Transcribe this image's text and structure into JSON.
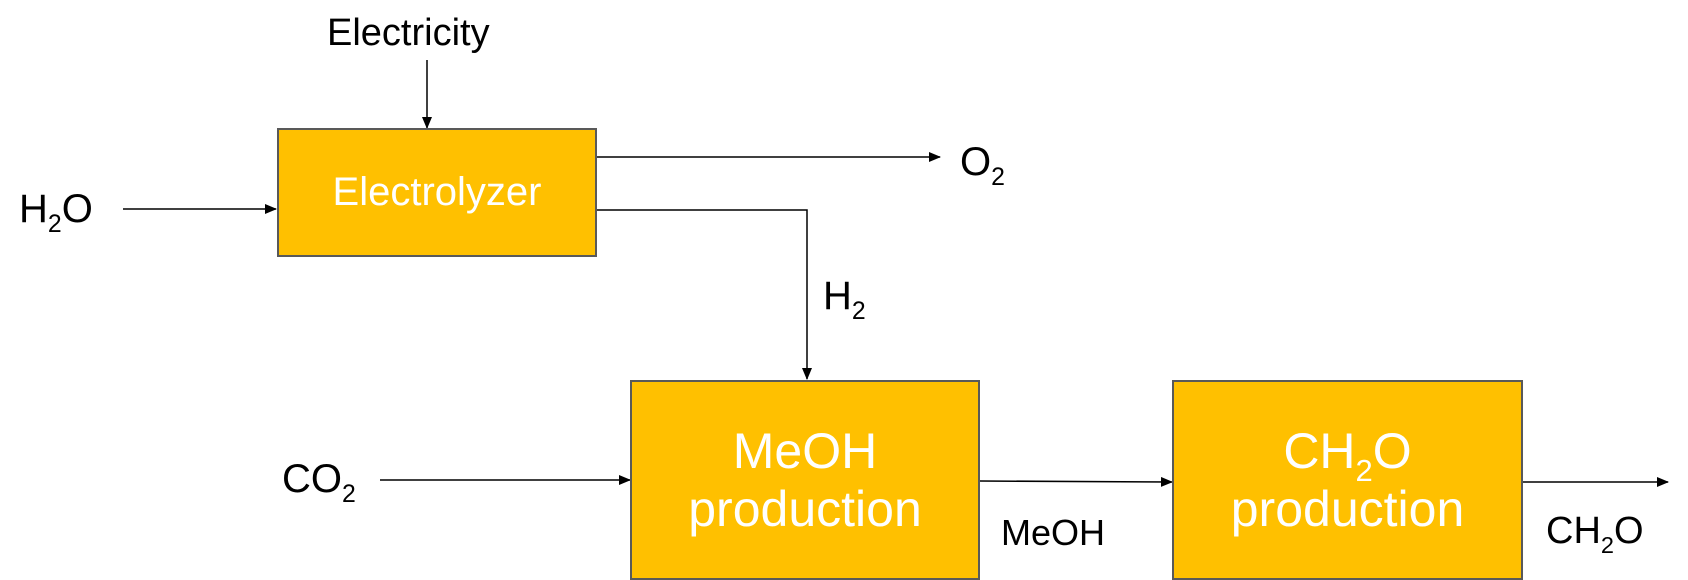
{
  "colors": {
    "box_fill": "#FFC000",
    "box_border": "#595959",
    "box_text": "#FFFFFF",
    "line": "#000000",
    "label_text": "#000000"
  },
  "inputs": {
    "electricity": "Electricity",
    "water_base": "H",
    "water_sub": "2",
    "water_tail": "O",
    "co2_base": "CO",
    "co2_sub": "2"
  },
  "process_units": {
    "electrolyzer": "Electrolyzer",
    "meoh_line1": "MeOH",
    "meoh_line2": "production",
    "ch2o_line1_base": "CH",
    "ch2o_line1_sub": "2",
    "ch2o_line1_tail": "O",
    "ch2o_line2": "production"
  },
  "streams": {
    "oxygen_base": "O",
    "oxygen_sub": "2",
    "hydrogen_base": "H",
    "hydrogen_sub": "2",
    "methanol": "MeOH",
    "product_base": "CH",
    "product_sub": "2",
    "product_tail": "O"
  }
}
